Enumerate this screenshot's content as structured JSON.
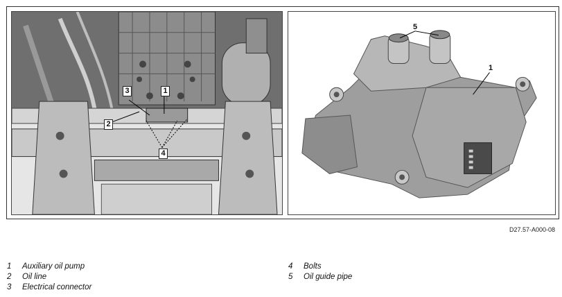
{
  "figure": {
    "doc_id": "D27.57-A000-08",
    "callouts": {
      "photo": [
        "1",
        "2",
        "3",
        "4"
      ],
      "pump": [
        "1",
        "5"
      ]
    }
  },
  "legend": {
    "left": [
      {
        "num": "1",
        "text": "Auxiliary oil pump"
      },
      {
        "num": "2",
        "text": "Oil line"
      },
      {
        "num": "3",
        "text": "Electrical connector"
      }
    ],
    "right": [
      {
        "num": "4",
        "text": "Bolts"
      },
      {
        "num": "5",
        "text": "Oil guide pipe"
      }
    ]
  }
}
